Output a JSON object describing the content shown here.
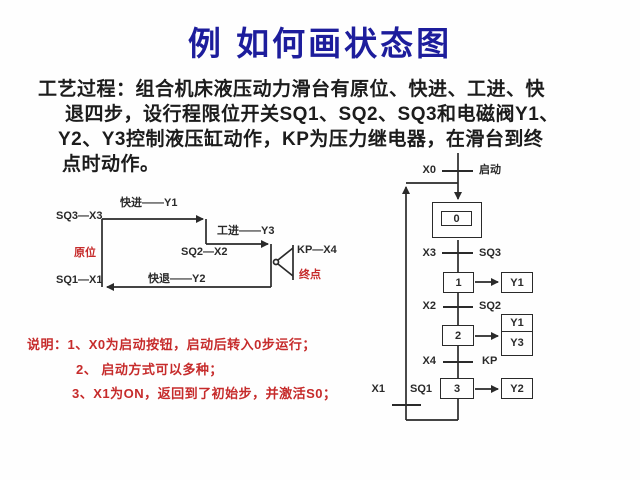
{
  "title": "例  如何画状态图",
  "paragraph": {
    "line1": "工艺过程：组合机床液压动力滑台有原位、快进、工进、快",
    "line2": "退四步，设行程限位开关SQ1、SQ2、SQ3和电磁阀Y1、",
    "line3": "Y2、Y3控制液压缸动作，KP为压力继电器，在滑台到终",
    "line4": "点时动作。"
  },
  "profile_diagram": {
    "fast_forward_label": "快进——Y1",
    "sq3_label": "SQ3—X3",
    "work_forward_label": "工进——Y3",
    "sq2_label": "SQ2—X2",
    "home_label": "原位",
    "sq1_label": "SQ1—X1",
    "fast_return_label": "快退——Y2",
    "kp_label": "KP—X4",
    "end_label": "终点"
  },
  "state_diagram": {
    "t0_left": "X0",
    "t0_right": "启动",
    "step0": "0",
    "t1_left": "X3",
    "t1_right": "SQ3",
    "step1": "1",
    "action1": "Y1",
    "t2_left": "X2",
    "t2_right": "SQ2",
    "step2": "2",
    "action2a": "Y1",
    "action2b": "Y3",
    "t3_left": "X4",
    "t3_right": "KP",
    "step3": "3",
    "action3": "Y2",
    "t4_left": "X1",
    "t4_right": "SQ1"
  },
  "notes": {
    "line1": "说明：1、X0为启动按钮，启动后转入0步运行；",
    "line2": "2、 启动方式可以多种；",
    "line3": "3、X1为ON，返回到了初始步，并激活S0；"
  },
  "colors": {
    "title_blue": "#1d1d9c",
    "note_red": "#c62b2b",
    "line_black": "#2a2a2a"
  }
}
